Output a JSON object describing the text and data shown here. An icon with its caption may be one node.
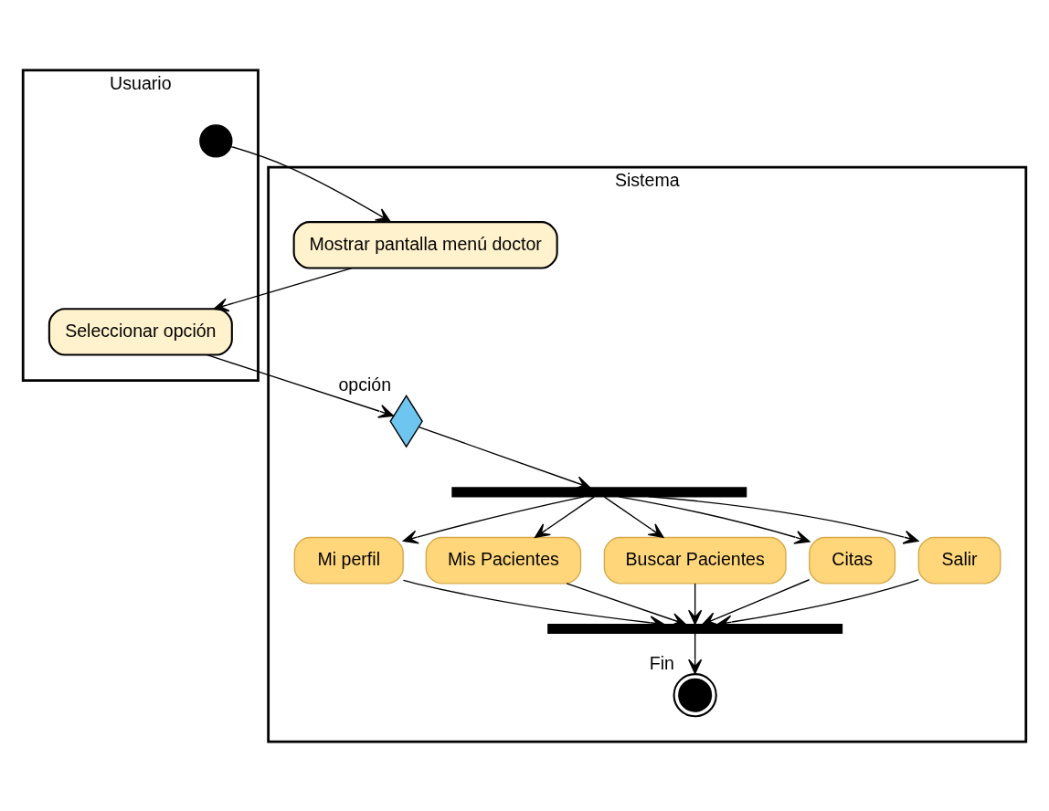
{
  "diagram": {
    "nodes": [
      {
        "text": [
          "Usuario"
        ]
      },
      {
        "text": [
          "Sistema"
        ]
      },
      {
        "text": [],
        "shape": "circle",
        "in": 0
      },
      {
        "text": [
          "Seleccionar opción"
        ],
        "in": 0
      },
      {
        "text": [
          "Mostrar pantalla menú doctor"
        ],
        "in": 1
      },
      {
        "text": [],
        "shape": "diamond",
        "in": 1,
        "beside": [
          "opción"
        ]
      },
      {
        "text": [],
        "shape": "bar",
        "in": 1
      },
      {
        "text": [
          "Mi perfil"
        ],
        "in": 1
      },
      {
        "text": [
          "Mis Pacientes"
        ],
        "in": 1
      },
      {
        "text": [
          "Buscar Pacientes"
        ],
        "in": 1
      },
      {
        "text": [
          "Citas"
        ],
        "in": 1
      },
      {
        "text": [
          "Salir"
        ],
        "in": 1
      },
      {
        "text": [],
        "shape": "bar",
        "in": 1
      },
      {
        "text": [],
        "shape": "circle",
        "in": 1,
        "beside": [
          "Fin"
        ]
      }
    ],
    "edges": [
      {
        "from": 2,
        "to": 4,
        "arrow": "to"
      },
      {
        "from": 4,
        "to": 3,
        "arrow": "to"
      },
      {
        "from": 3,
        "to": 5,
        "arrow": "to"
      },
      {
        "from": 5,
        "to": 6,
        "arrow": "to"
      },
      {
        "from": 6,
        "to": 7,
        "arrow": "to"
      },
      {
        "from": 6,
        "to": 8,
        "arrow": "to"
      },
      {
        "from": 6,
        "to": 9,
        "arrow": "to"
      },
      {
        "from": 6,
        "to": 10,
        "arrow": "to"
      },
      {
        "from": 6,
        "to": 11,
        "arrow": "to"
      },
      {
        "from": 7,
        "to": 12,
        "arrow": "to"
      },
      {
        "from": 8,
        "to": 12,
        "arrow": "to"
      },
      {
        "from": 9,
        "to": 12,
        "arrow": "to"
      },
      {
        "from": 10,
        "to": 12,
        "arrow": "to"
      },
      {
        "from": 11,
        "to": 12,
        "arrow": "to"
      },
      {
        "from": 12,
        "to": 13,
        "arrow": "to"
      }
    ]
  }
}
